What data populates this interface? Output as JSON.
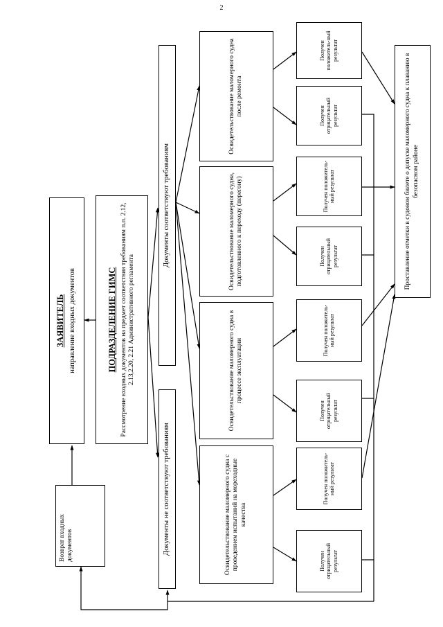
{
  "page_number": "2",
  "applicant": {
    "title": "ЗАЯВИТЕЛЬ",
    "subtitle": "направление входных документов"
  },
  "department": {
    "title": "ПОДРАЗДЕЛЕНИЕ ГИМС",
    "text": "Рассмотрение входных документов на предмет соответствия требованиям п.п. 2.12, 2.13,2.20, 2.21 Административного регламента"
  },
  "return_docs": "Возврат входных документов",
  "docs_not_compliant": "Документы не соответствуют требованиям",
  "docs_compliant": "Документы соответствуют требованиям",
  "inspections": [
    "Освидетельствование маломерного судна после ремонта",
    "Освидетельствование маломерного судна, подготовленного к переходу (перегону)",
    "Освидетельствование маломерного судна в процессе эксплуатации",
    "Освидетельствование маломерного судна с проведением испытаний на мореходные качества"
  ],
  "result_positive": "Получен положитель-ный результат",
  "result_negative": "Получен отрицательный результат",
  "final": "Проставление отметки в судовом билете о допуске маломерного судна к плаванию в безопасном районе"
}
